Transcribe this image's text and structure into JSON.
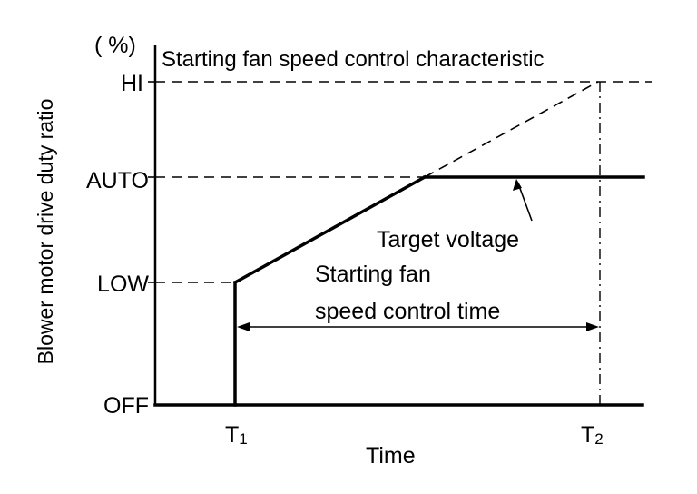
{
  "diagram": {
    "title": "Starting fan speed control characteristic",
    "y_unit": "( %)",
    "y_axis_label": "Blower motor drive duty ratio",
    "x_axis_label": "Time",
    "levels": [
      {
        "key": "hi",
        "label": "HI"
      },
      {
        "key": "auto",
        "label": "AUTO"
      },
      {
        "key": "low",
        "label": "LOW"
      },
      {
        "key": "off",
        "label": "OFF"
      }
    ],
    "time_points": [
      {
        "key": "t1",
        "main": "T",
        "sub": "1"
      },
      {
        "key": "t2",
        "main": "T",
        "sub": "2"
      }
    ],
    "annotations": {
      "target_voltage": "Target voltage",
      "control_time_line1": "Starting fan",
      "control_time_line2": "speed control time"
    }
  }
}
